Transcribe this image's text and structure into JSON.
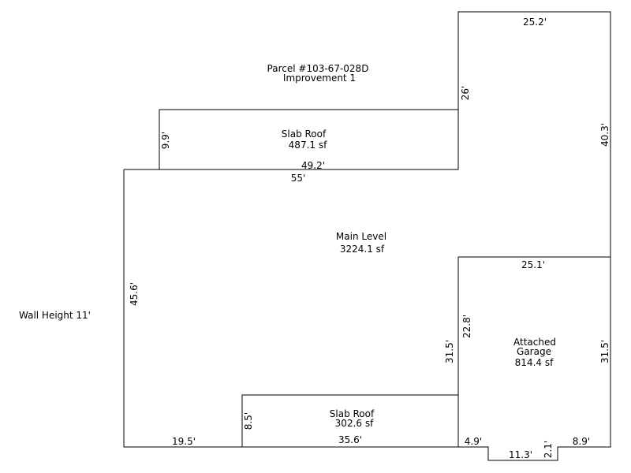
{
  "parcel": {
    "title": "Parcel #103-67-028D",
    "improvement": "Improvement 1"
  },
  "wall_height": "Wall Height 11'",
  "areas": {
    "slab_roof_upper": {
      "label": "Slab Roof",
      "area": "487.1 sf"
    },
    "main_level": {
      "label": "Main Level",
      "area": "3224.1 sf"
    },
    "attached_garage": {
      "label": "Attached",
      "label2": "Garage",
      "area": "814.4 sf"
    },
    "slab_roof_lower": {
      "label": "Slab Roof",
      "area": "302.6 sf"
    }
  },
  "dimensions": {
    "top_width": "25.2'",
    "right_upper": "40.3'",
    "upper_vertical": "26'",
    "slab_upper_height": "9.9'",
    "slab_upper_width": "49.2'",
    "main_top": "55'",
    "main_left": "45.6'",
    "garage_top": "25.1'",
    "garage_inner_upper": "22.8'",
    "garage_inner_lower": "31.5'",
    "garage_right": "31.5'",
    "bottom_left": "19.5'",
    "slab_lower_height": "8.5'",
    "slab_lower_width": "35.6'",
    "garage_bottom_left": "4.9'",
    "garage_bump_width": "11.3'",
    "garage_bump_depth": "2.1'",
    "garage_bottom_right": "8.9'"
  }
}
